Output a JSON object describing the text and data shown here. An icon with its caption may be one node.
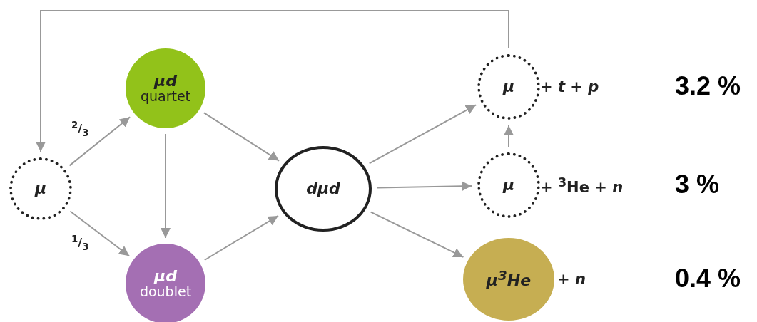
{
  "diagram": {
    "nodes": [
      {
        "text": [
          "μ"
        ]
      },
      {
        "text": [
          "μd",
          "quartet"
        ]
      },
      {
        "text": [
          "μd",
          "doublet"
        ]
      },
      {
        "text": [
          "dμd"
        ]
      },
      {
        "text": [
          "μ"
        ],
        "beside": [
          "+ *t* + *p*"
        ]
      },
      {
        "text": [
          "μ"
        ],
        "beside": [
          "+ $^{3}$He + *n*"
        ]
      },
      {
        "text": [
          "*μ*$^{3}$He"
        ],
        "beside": [
          "+ *n*"
        ]
      }
    ],
    "edges": [
      {
        "from": 0,
        "to": 1,
        "arrow": "to",
        "label": "$^{2}$/$_{3}$"
      },
      {
        "from": 0,
        "to": 2,
        "arrow": "to",
        "label": "$^{1}$/$_{3}$"
      },
      {
        "from": 1,
        "to": 2,
        "arrow": "to"
      },
      {
        "from": 1,
        "to": 3,
        "arrow": "to"
      },
      {
        "from": 2,
        "to": 3,
        "arrow": "to"
      },
      {
        "from": 3,
        "to": 4,
        "arrow": "to"
      },
      {
        "from": 3,
        "to": 5,
        "arrow": "to"
      },
      {
        "from": 3,
        "to": 6,
        "arrow": "to"
      },
      {
        "from": 5,
        "to": 4,
        "arrow": "to"
      },
      {
        "from": 4,
        "to": 0,
        "arrow": "to"
      }
    ],
    "labels": [
      "3.2 %",
      "3 %",
      "0.4 %"
    ]
  }
}
